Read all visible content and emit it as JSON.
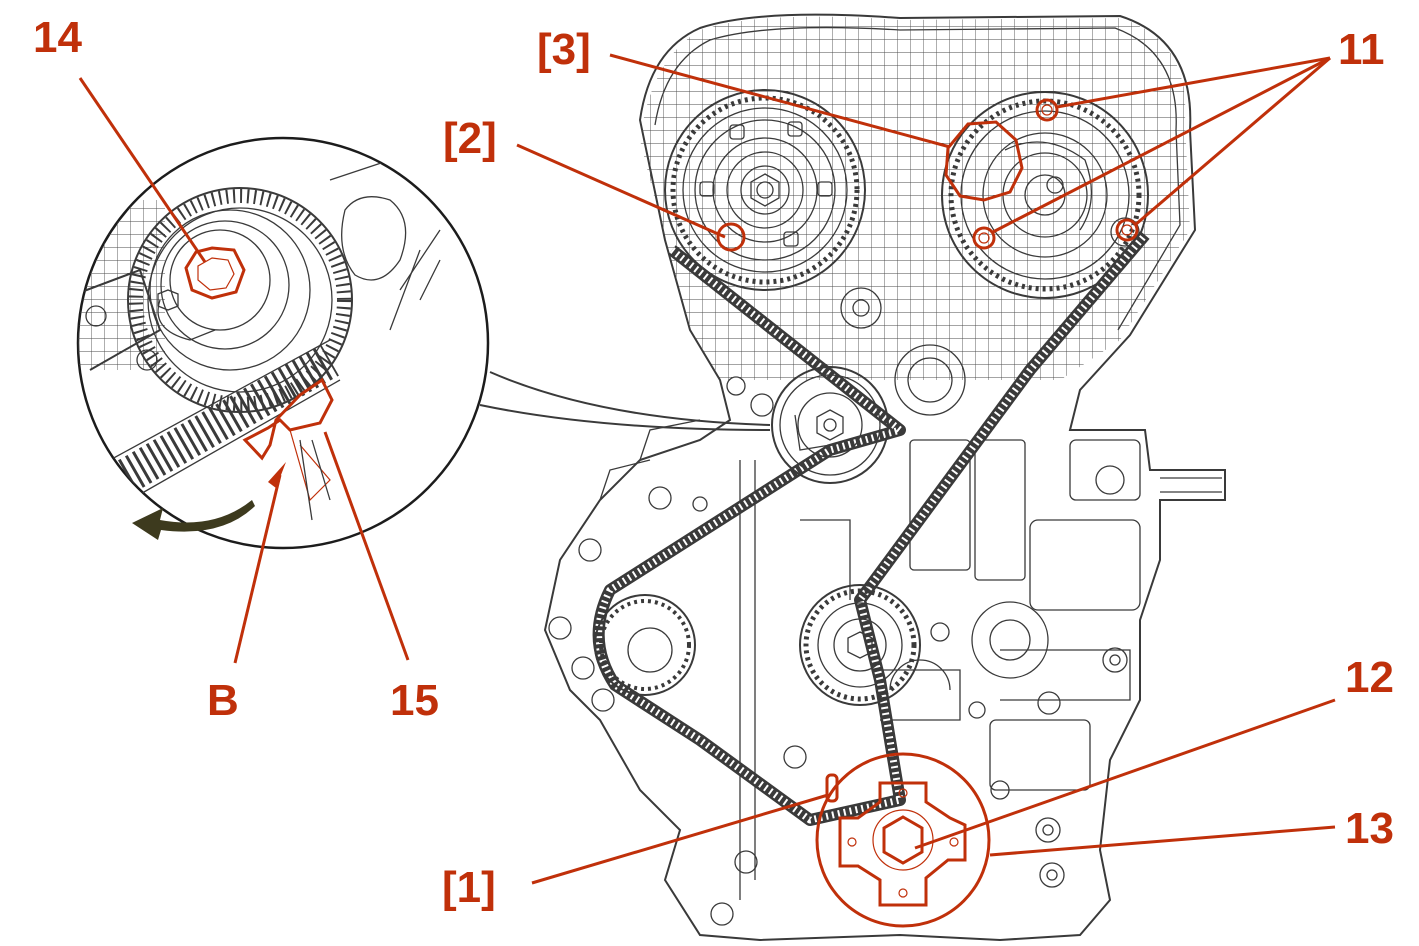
{
  "callouts": {
    "c14": "14",
    "c3": "[3]",
    "c2": "[2]",
    "c11": "11",
    "cB": "B",
    "c15": "15",
    "c12": "12",
    "c13": "13",
    "c1": "[1]"
  },
  "colors": {
    "accent": "#c0300a",
    "line": "#3a3a3a",
    "arrow": "#3d3a1e",
    "background": "#ffffff"
  },
  "icons": {
    "rotation_arrow": "rotation-arrow-icon"
  }
}
